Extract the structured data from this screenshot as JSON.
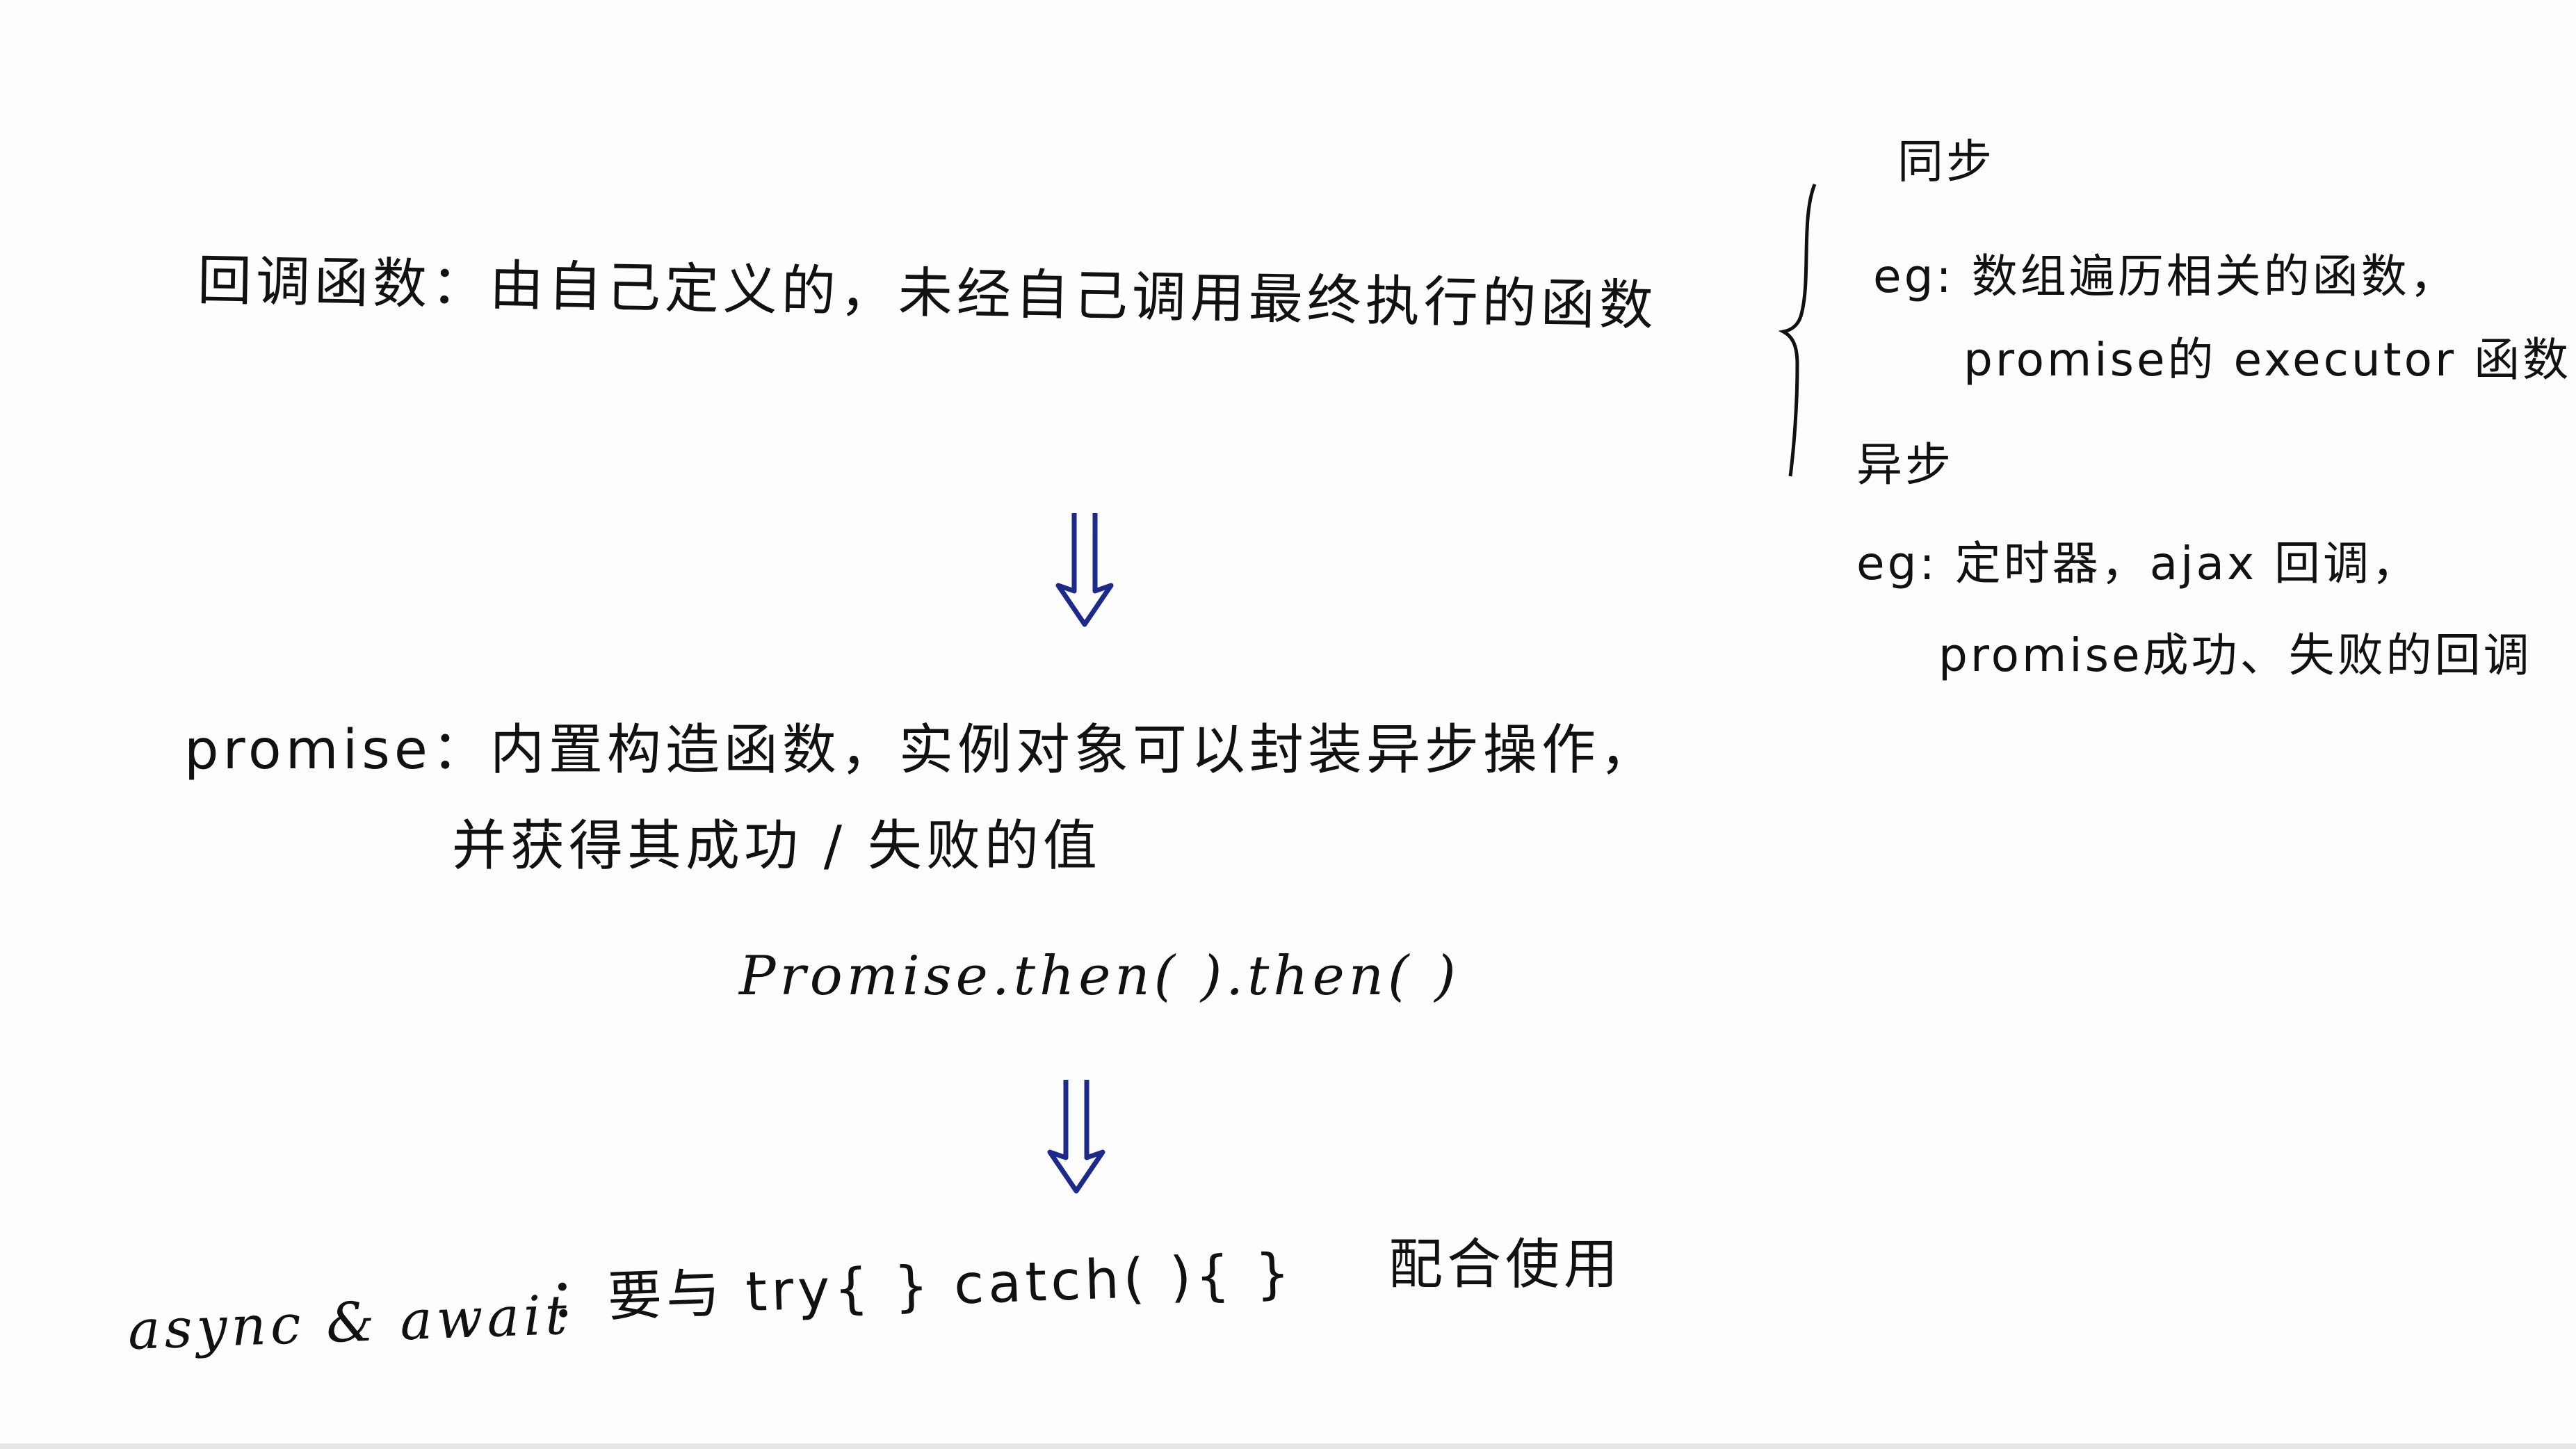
{
  "callback": {
    "definition": "回调函数：由自己定义的，未经自己调用最终执行的函数"
  },
  "sync": {
    "heading": "同步",
    "example_line1": "eg: 数组遍历相关的函数，",
    "example_line2": "promise的 executor 函数"
  },
  "async": {
    "heading": "异步",
    "example_line1": "eg: 定时器，ajax 回调，",
    "example_line2": "promise成功、失败的回调"
  },
  "promise": {
    "line1": "promise：内置构造函数，实例对象可以封装异步操作，",
    "line2": "并获得其成功 / 失败的值",
    "chain": "Promise.then( ).then( )"
  },
  "async_await": {
    "label": "async & await",
    "text": "：要与 try{ }  catch( ){ }",
    "suffix": "配合使用"
  },
  "colors": {
    "ink": "#111111",
    "arrow": "#1c2a8c"
  }
}
